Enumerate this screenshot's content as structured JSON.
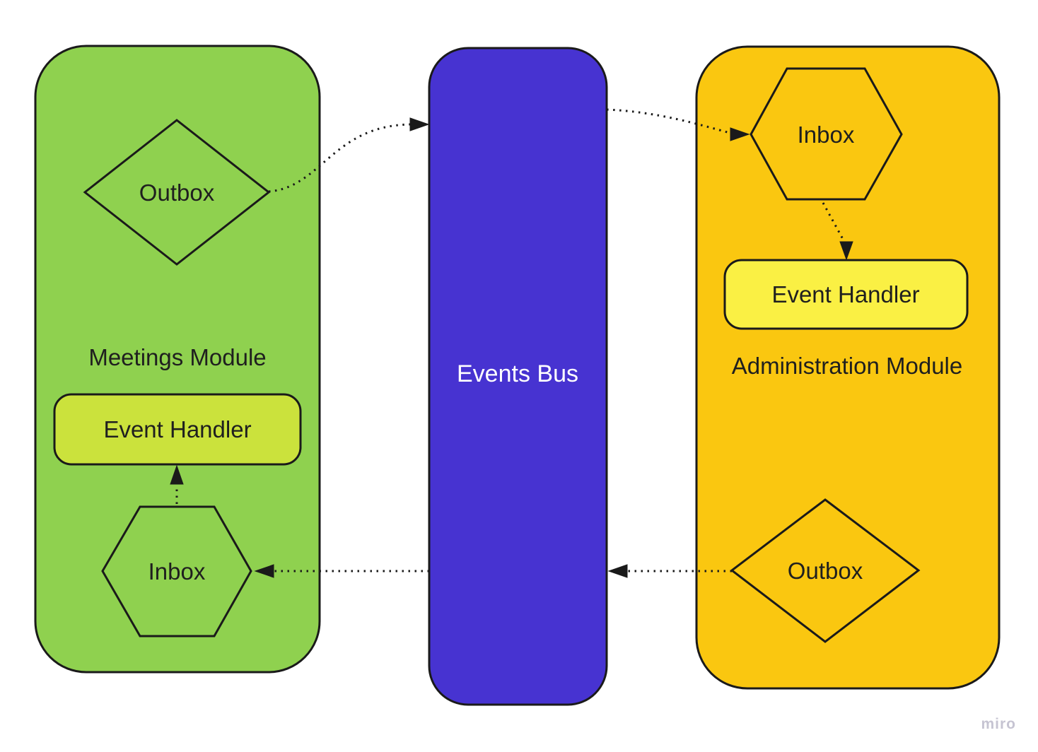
{
  "styles": {
    "stroke": "#1A1A1A",
    "label_color": "#1F1F1F",
    "background": "#FFFFFF"
  },
  "modules": {
    "meetings": {
      "title": "Meetings Module",
      "fill": "#8FD14F",
      "handler_fill": "#CBE23C",
      "outbox_label": "Outbox",
      "inbox_label": "Inbox",
      "event_handler_label": "Event Handler"
    },
    "events_bus": {
      "title": "Events Bus",
      "fill": "#4733D1",
      "title_color": "#FFFFFF"
    },
    "administration": {
      "title": "Administration Module",
      "fill": "#FAC710",
      "handler_fill": "#FAF044",
      "outbox_label": "Outbox",
      "inbox_label": "Inbox",
      "event_handler_label": "Event Handler"
    }
  },
  "edges": [
    "meetings.outbox -> events_bus",
    "events_bus -> administration.inbox",
    "administration.inbox -> administration.event_handler",
    "administration.outbox -> events_bus",
    "events_bus -> meetings.inbox",
    "meetings.inbox -> meetings.event_handler"
  ],
  "watermark": {
    "label": "miro",
    "color": "#C6C4D2"
  }
}
